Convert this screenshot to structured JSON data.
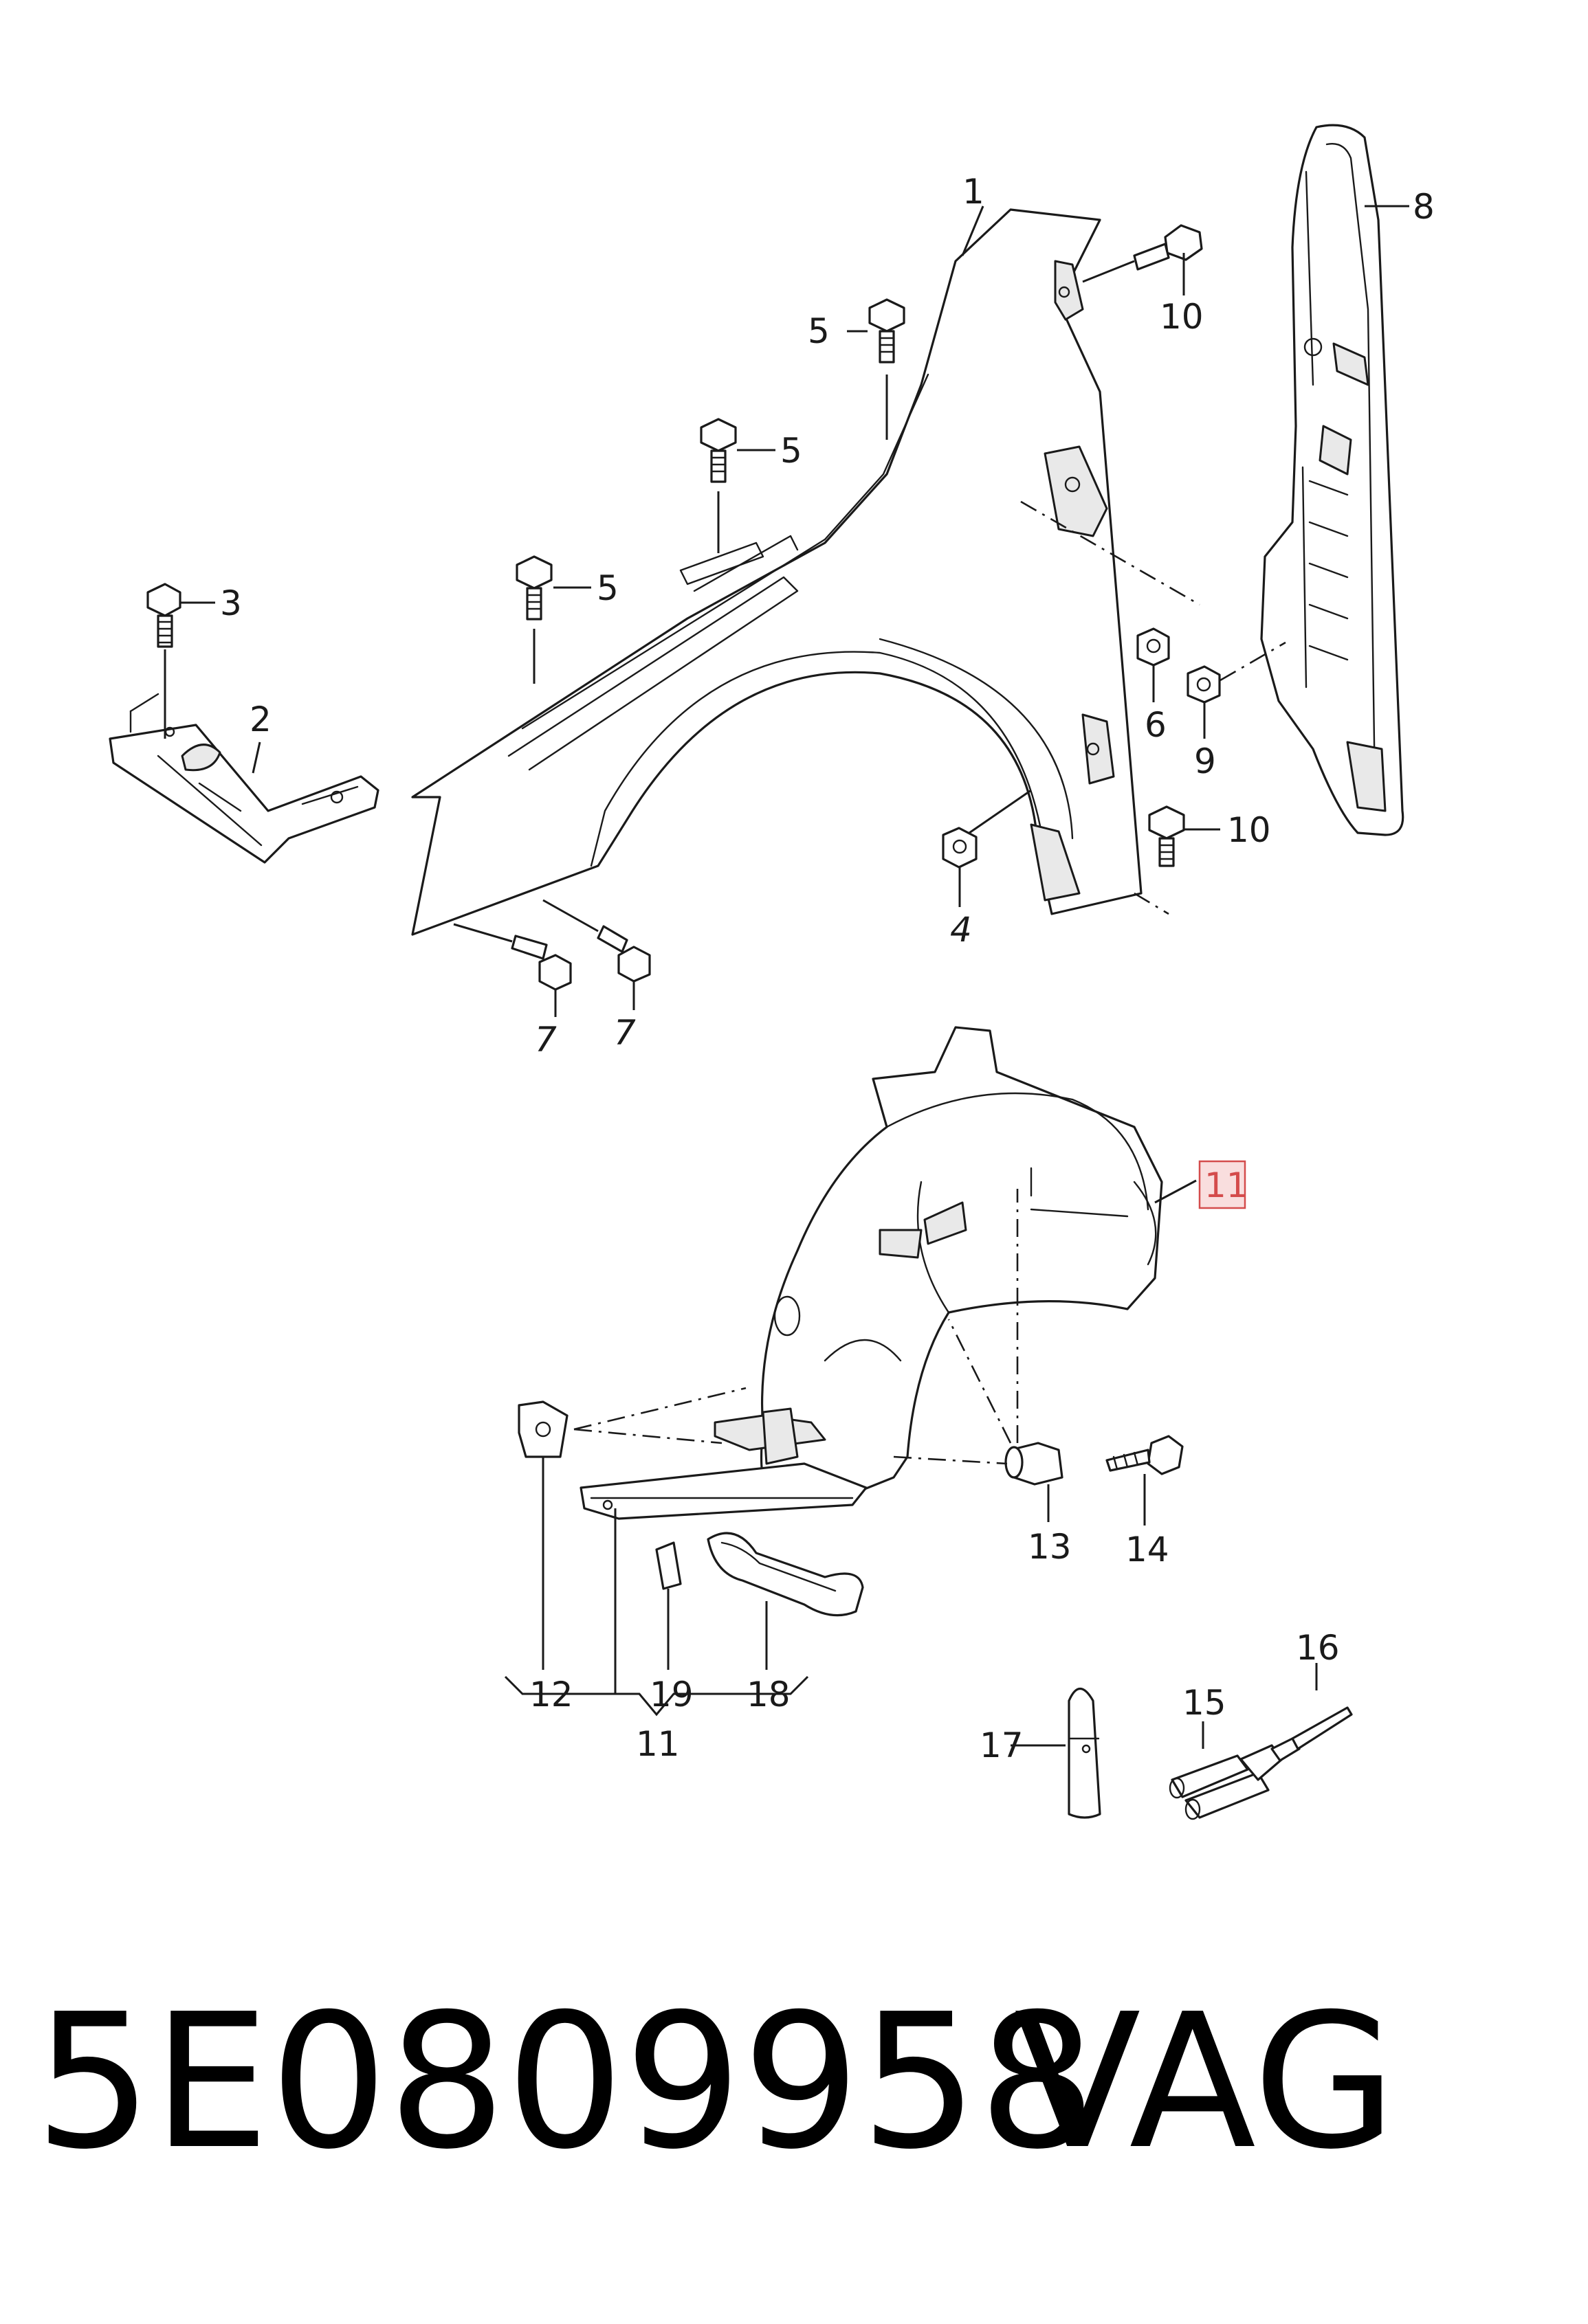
{
  "callouts": {
    "c1": "1",
    "c2": "2",
    "c3": "3",
    "c4": "4",
    "c5a": "5",
    "c5b": "5",
    "c5c": "5",
    "c6": "6",
    "c7a": "7",
    "c7b": "7",
    "c8": "8",
    "c9": "9",
    "c10a": "10",
    "c10b": "10",
    "c11_highlight": "11",
    "c11_group": "11",
    "c12": "12",
    "c13": "13",
    "c14": "14",
    "c15": "15",
    "c16": "16",
    "c17": "17",
    "c18": "18",
    "c19": "19"
  },
  "highlight_color": "#f9dede",
  "caption": {
    "part_number": "5E0809958",
    "brand": "VAG"
  }
}
